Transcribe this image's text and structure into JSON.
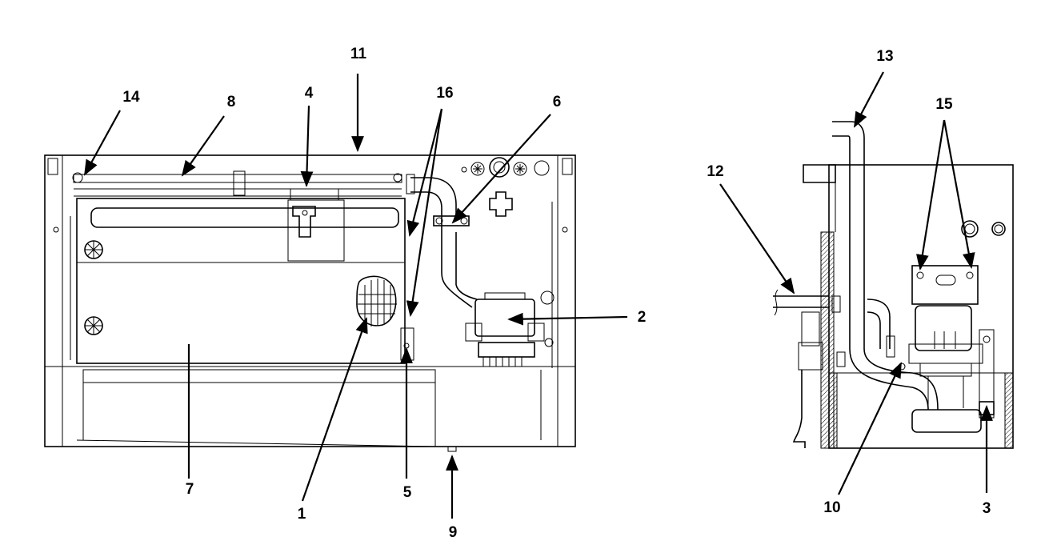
{
  "figure": {
    "callouts": {
      "c1": "1",
      "c2": "2",
      "c3": "3",
      "c4": "4",
      "c5": "5",
      "c6": "6",
      "c7": "7",
      "c8": "8",
      "c9": "9",
      "c10": "10",
      "c11": "11",
      "c12": "12",
      "c13": "13",
      "c14": "14",
      "c15": "15",
      "c16": "16"
    }
  }
}
